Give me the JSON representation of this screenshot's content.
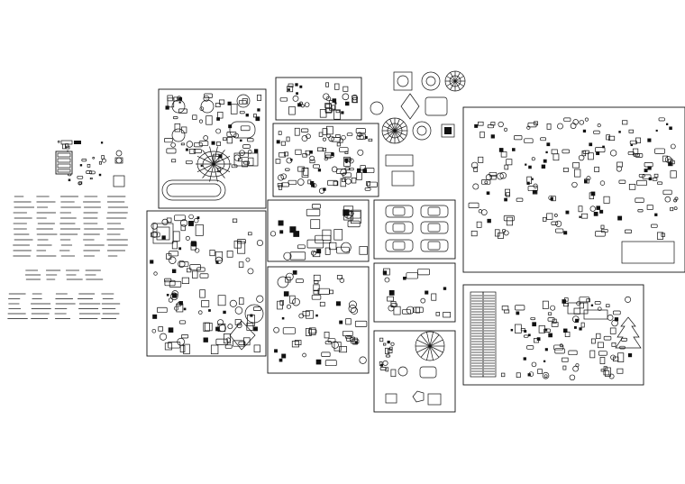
{
  "sheet": {
    "title": "",
    "background": "#ffffff",
    "line_color": "#111111"
  },
  "panels": [
    {
      "id": "legend-text-block",
      "content": "note-lines"
    },
    {
      "id": "small-symbol-cluster",
      "content": "door-window-symbols"
    },
    {
      "id": "dining-tables",
      "content": "tables-and-chairs"
    },
    {
      "id": "plant-symbols",
      "content": "trees-and-shrubs"
    },
    {
      "id": "round-ornaments",
      "content": "floor-medallions"
    },
    {
      "id": "kitchen-bath",
      "content": "fixtures"
    },
    {
      "id": "sofa-sets",
      "content": "living-room-furniture"
    },
    {
      "id": "beds",
      "content": "bedroom-furniture"
    },
    {
      "id": "vehicles",
      "content": "cars"
    },
    {
      "id": "office-desks",
      "content": "workstations"
    },
    {
      "id": "chairs-and-desks",
      "content": "office-chairs"
    },
    {
      "id": "gazebo",
      "content": "outdoor-elements"
    },
    {
      "id": "elevations-figures",
      "content": "people-and-elevations"
    },
    {
      "id": "escalators-landscape",
      "content": "escalators-vehicles-trees"
    }
  ]
}
